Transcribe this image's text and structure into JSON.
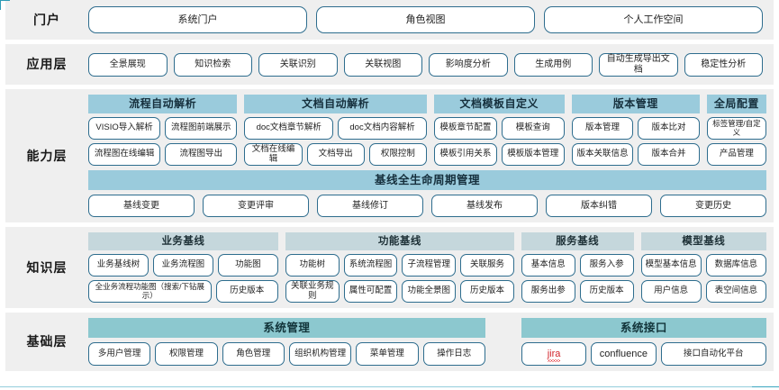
{
  "layers": {
    "portal": {
      "label": "门户",
      "items": [
        "系统门户",
        "角色视图",
        "个人工作空间"
      ]
    },
    "application": {
      "label": "应用层",
      "items": [
        "全景展现",
        "知识检索",
        "关联识别",
        "关联视图",
        "影响度分析",
        "生成用例",
        "自动生成导出文档",
        "稳定性分析"
      ]
    },
    "capability": {
      "label": "能力层",
      "groups": [
        {
          "title": "流程自动解析",
          "flex": 2,
          "rows": [
            [
              "VISIO导入解析",
              "流程图前端展示"
            ],
            [
              "流程图在线编辑",
              "流程图导出"
            ]
          ]
        },
        {
          "title": "文档自动解析",
          "flex": 2.45,
          "rows": [
            [
              "doc文档章节解析",
              "doc文档内容解析"
            ],
            [
              "文档在线编辑",
              "文档导出",
              "权限控制"
            ]
          ]
        },
        {
          "title": "文档模板自定义",
          "flex": 1.75,
          "rows": [
            [
              "模板章节配置",
              "模板查询"
            ],
            [
              "模板引用关系",
              "模板版本管理"
            ]
          ]
        },
        {
          "title": "版本管理",
          "flex": 1.72,
          "rows": [
            [
              "版本管理",
              "版本比对"
            ],
            [
              "版本关联信息",
              "版本合并"
            ]
          ]
        },
        {
          "title": "全局配置",
          "flex": 0.8,
          "rows": [
            [
              "标签管理/自定义"
            ],
            [
              "产品管理"
            ]
          ]
        }
      ],
      "lifecycle": {
        "title": "基线全生命周期管理",
        "items": [
          "基线变更",
          "变更评审",
          "基线修订",
          "基线发布",
          "版本纠错",
          "变更历史"
        ]
      }
    },
    "knowledge": {
      "label": "知识层",
      "groups": [
        {
          "title": "业务基线",
          "flex": 2.45,
          "rows": [
            [
              "业务基线树",
              "业务流程图",
              "功能图"
            ],
            [
              "全业务流程功能图（搜索/下钻展示）",
              "历史版本"
            ]
          ]
        },
        {
          "title": "功能基线",
          "flex": 2.95,
          "rows": [
            [
              "功能树",
              "系统流程图",
              "子流程管理",
              "关联服务"
            ],
            [
              "关联业务规则",
              "属性可配置",
              "功能全景图",
              "历史版本"
            ]
          ]
        },
        {
          "title": "服务基线",
          "flex": 1.45,
          "rows": [
            [
              "基本信息",
              "服务入参"
            ],
            [
              "服务出参",
              "历史版本"
            ]
          ]
        },
        {
          "title": "模型基线",
          "flex": 1.62,
          "rows": [
            [
              "模型基本信息",
              "数据库信息"
            ],
            [
              "用户信息",
              "表空间信息"
            ]
          ]
        }
      ]
    },
    "base": {
      "label": "基础层",
      "groups": [
        {
          "title": "系统管理",
          "flex": 1.62,
          "items": [
            "多用户管理",
            "权限管理",
            "角色管理",
            "组织机构管理",
            "菜单管理",
            "操作日志"
          ]
        },
        {
          "title": "系统接口",
          "flex": 1.0,
          "items": [
            "jira",
            "confluence",
            "接口自动化平台"
          ]
        }
      ]
    }
  },
  "colors": {
    "band_bg": "#efefef",
    "pill_border": "#2e6d8e",
    "capability_header": "#9acbdc",
    "knowledge_header": "#c5d7dc",
    "base_header": "#8cc8cf",
    "jira_red": "#d2232a"
  }
}
